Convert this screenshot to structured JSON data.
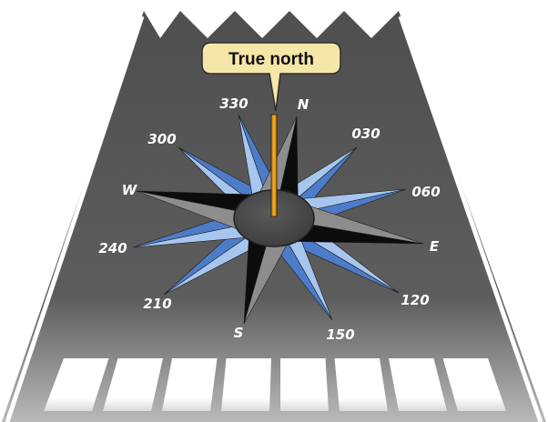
{
  "callout": {
    "label": "True north"
  },
  "compass": {
    "cardinal": {
      "north": "N",
      "east": "E",
      "south": "S",
      "west": "W"
    },
    "bearings": [
      "030",
      "060",
      "120",
      "150",
      "210",
      "240",
      "300",
      "330"
    ]
  },
  "colors": {
    "runway": "#5b5b5b",
    "runway_edge": "#ffffff",
    "point_dark": "#0c0c0c",
    "point_gray": "#8d8d8d",
    "point_blue": "#4d7cc8",
    "point_light_blue": "#a7c6ef",
    "hub": "#4a4a4a",
    "needle": "#e8a01c",
    "callout_fill": "#f6e7a8"
  },
  "threshold_markings": {
    "count": 8
  }
}
